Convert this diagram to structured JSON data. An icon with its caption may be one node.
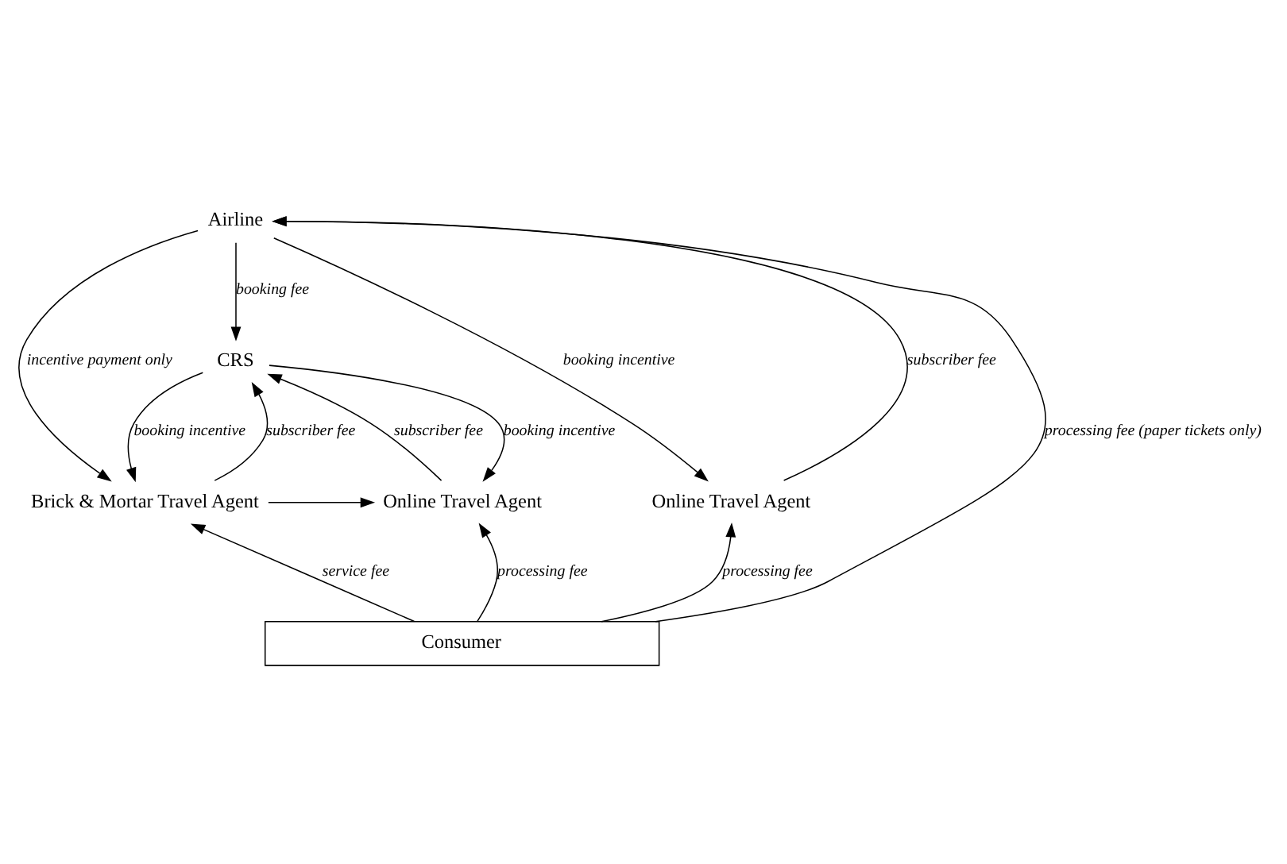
{
  "diagram": {
    "nodes": [
      {
        "text": [
          "Airline"
        ]
      },
      {
        "text": [
          "CRS"
        ]
      },
      {
        "text": [
          "Brick & Mortar Travel Agent"
        ]
      },
      {
        "text": [
          "Online Travel Agent"
        ]
      },
      {
        "text": [
          "Online Travel Agent"
        ]
      },
      {
        "text": [
          "Consumer"
        ]
      }
    ],
    "edges": [
      {
        "from": 0,
        "to": 1,
        "arrow": "to",
        "label": "booking fee"
      },
      {
        "from": 5,
        "to": 0,
        "arrow": "to",
        "label": "processing fee (paper tickets only)"
      },
      {
        "from": 0,
        "to": 2,
        "arrow": "to",
        "label": "incentive payment only"
      },
      {
        "from": 2,
        "to": 1,
        "arrow": "to",
        "label": "subscriber fee"
      },
      {
        "from": 1,
        "to": 2,
        "arrow": "to",
        "label": "booking incentive"
      },
      {
        "from": 3,
        "to": 1,
        "arrow": "to",
        "label": "subscriber fee"
      },
      {
        "from": 1,
        "to": 3,
        "arrow": "to",
        "label": "booking incentive"
      },
      {
        "from": 2,
        "to": 3,
        "arrow": "to"
      },
      {
        "from": 4,
        "to": 0,
        "arrow": "to",
        "label": "subscriber fee"
      },
      {
        "from": 0,
        "to": 4,
        "arrow": "to",
        "label": "booking incentive"
      },
      {
        "from": 5,
        "to": 2,
        "arrow": "to",
        "label": "service fee"
      },
      {
        "from": 5,
        "to": 3,
        "arrow": "to",
        "label": "processing fee"
      },
      {
        "from": 5,
        "to": 4,
        "arrow": "to",
        "label": "processing fee"
      }
    ]
  }
}
